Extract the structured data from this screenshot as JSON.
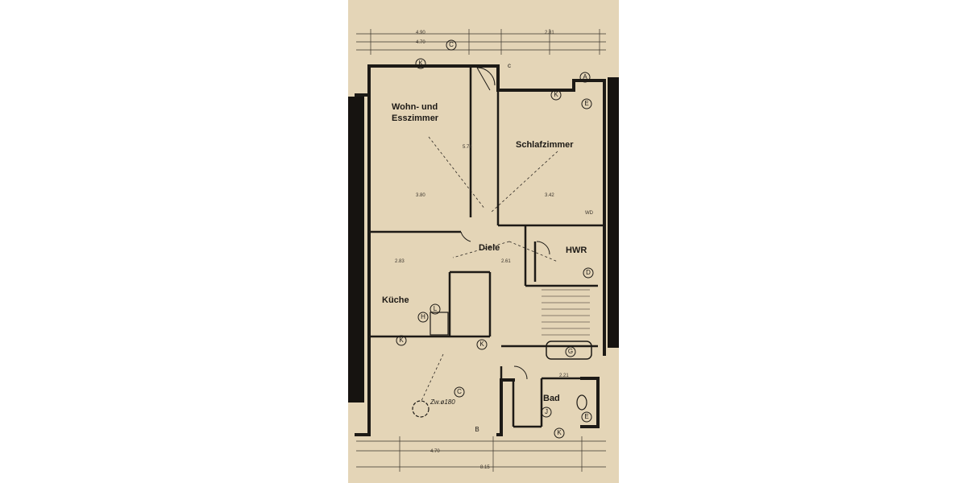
{
  "floor_plan": {
    "rooms": {
      "wohn_line1": "Wohn- und",
      "wohn_line2": "Esszimmer",
      "schlaf": "Schlafzimmer",
      "diele": "Diele",
      "hwr": "HWR",
      "kueche": "Küche",
      "bad": "Bad"
    },
    "markers": {
      "c_top": "C",
      "c_plain": "c",
      "k_top": "K",
      "a_right": "A",
      "k_right": "K",
      "e_right": "E",
      "d_hwr": "D",
      "l_kueche": "L",
      "h_kueche": "H",
      "k_kueche": "K",
      "k_mid": "K",
      "g_bad": "G",
      "c_bottom": "C",
      "j_bad": "J",
      "e_bad": "E",
      "k_bottom": "K",
      "b_bottom": "B"
    },
    "dimensions": {
      "top_1": "4.90",
      "top_2": "4.70",
      "top_3": "2.81",
      "wohn_width": "3.80",
      "wohn_height": "5.74",
      "schlaf_width": "3.42",
      "kueche_dim": "2.83",
      "diele_dim": "2.61",
      "bad_dim": "2.21",
      "bottom_1": "8.15",
      "bottom_2": "4.70"
    },
    "annotations": {
      "zw": "Zw.ø180",
      "hwr_note": "WD"
    },
    "colors": {
      "paper": "#e4d5b7",
      "ink": "#1d1a16",
      "dark_band": "#161310"
    }
  }
}
